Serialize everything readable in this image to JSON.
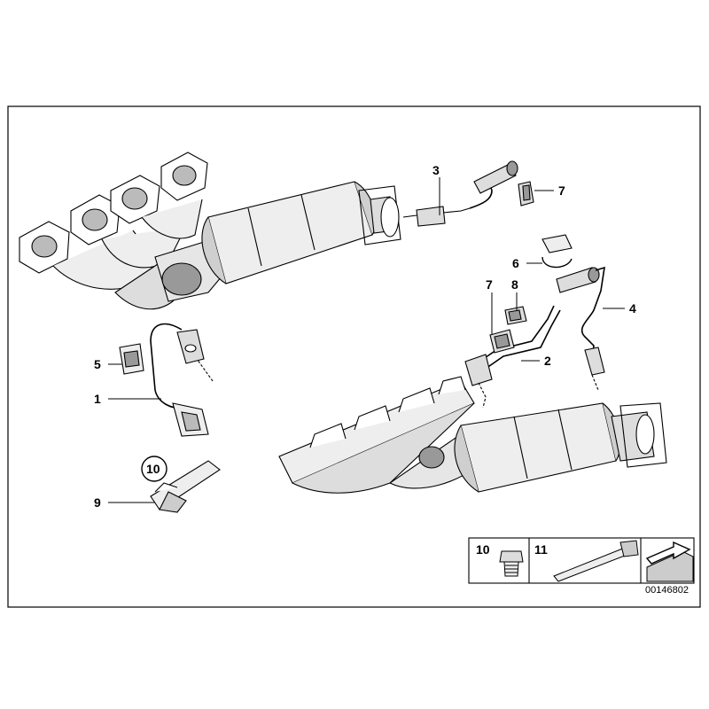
{
  "callouts": {
    "c1": "1",
    "c2": "2",
    "c3": "3",
    "c4": "4",
    "c5": "5",
    "c6": "6",
    "c7a": "7",
    "c7b": "7",
    "c8": "8",
    "c9": "9",
    "c10": "10"
  },
  "legend": {
    "item_a": "10",
    "item_b": "11"
  },
  "reference_id": "00146802",
  "colors": {
    "line": "#000000",
    "fill": "#ffffff",
    "shade": "#d9d9d9",
    "dark": "#8c8c8c"
  }
}
